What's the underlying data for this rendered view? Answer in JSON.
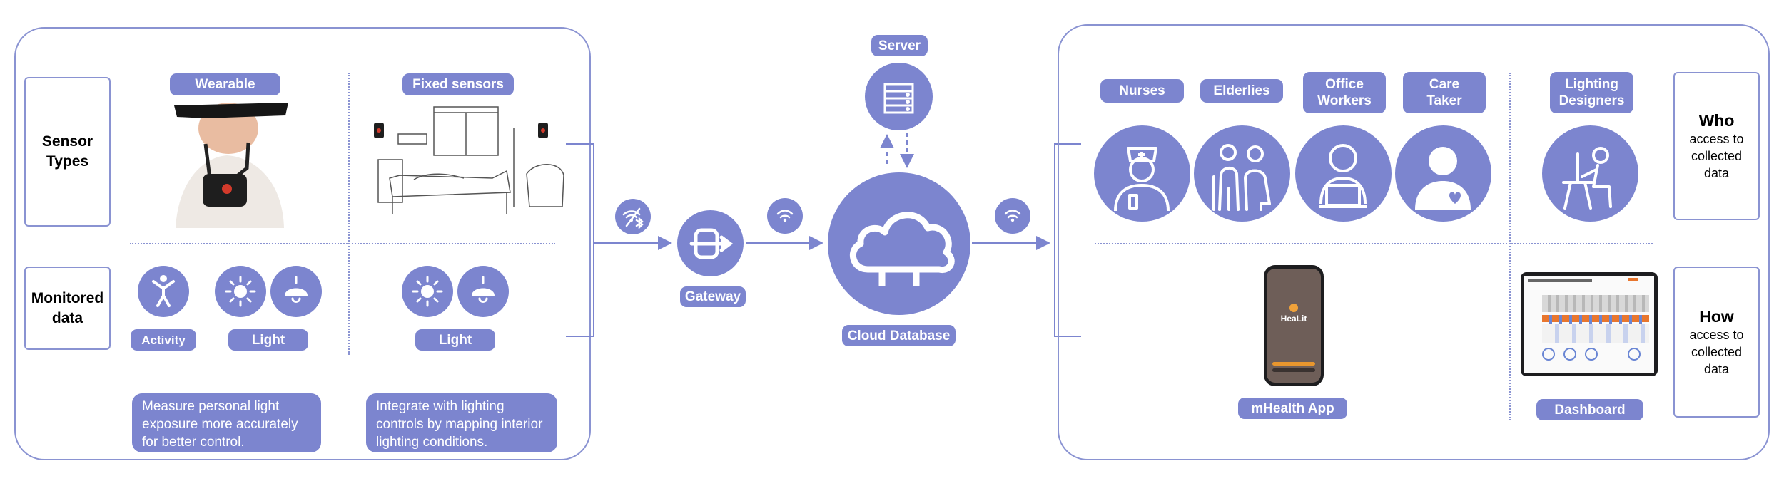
{
  "left": {
    "row_labels": [
      "Sensor Types",
      "Monitored data"
    ],
    "wearable_label": "Wearable",
    "fixed_label": "Fixed sensors",
    "activity_label": "Activity",
    "light_label_1": "Light",
    "light_label_2": "Light",
    "wearable_desc": "Measure personal light exposure more accurately for better control.",
    "fixed_desc": "Integrate with lighting controls by mapping interior lighting conditions."
  },
  "middle": {
    "gateway_label": "Gateway",
    "server_label": "Server",
    "cloud_label": "Cloud Database"
  },
  "right": {
    "users": [
      "Nurses",
      "Elderlies",
      "Office Workers",
      "Care Taker"
    ],
    "designer_label": "Lighting Designers",
    "app_label": "mHealth App",
    "dashboard_label": "Dashboard",
    "app_name": "HeaLit",
    "who": {
      "title": "Who",
      "sub": "access to collected data"
    },
    "how": {
      "title": "How",
      "sub": "access to collected data"
    }
  },
  "colors": {
    "accent": "#7c85cf",
    "border": "#8a93d2"
  }
}
